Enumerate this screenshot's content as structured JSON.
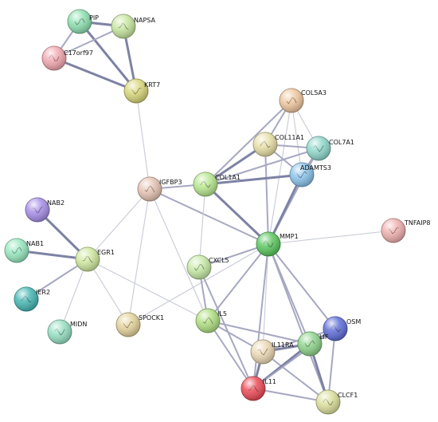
{
  "nodes": [
    {
      "id": "PIP",
      "color": "#8fe0b0"
    },
    {
      "id": "NAPSA",
      "color": "#c7e6a0"
    },
    {
      "id": "C17orf97",
      "color": "#f2a8b0"
    },
    {
      "id": "KRT7",
      "color": "#d8d67a"
    },
    {
      "id": "COL5A3",
      "color": "#f0c8a0"
    },
    {
      "id": "COL11A1",
      "color": "#e8e0a8"
    },
    {
      "id": "COL7A1",
      "color": "#90d8cc"
    },
    {
      "id": "ADAMTS3",
      "color": "#8cc4ec"
    },
    {
      "id": "IGFBP3",
      "color": "#e6c4b4"
    },
    {
      "id": "COL1A1",
      "color": "#b8e890"
    },
    {
      "id": "NAB2",
      "color": "#a890e8"
    },
    {
      "id": "NAB1",
      "color": "#98e8c0"
    },
    {
      "id": "EGR1",
      "color": "#d0e8a0"
    },
    {
      "id": "MMP1",
      "color": "#5cc860"
    },
    {
      "id": "TNFAIP8",
      "color": "#f0b0b0"
    },
    {
      "id": "CXCL5",
      "color": "#c8eaa8"
    },
    {
      "id": "IER2",
      "color": "#48b8b4"
    },
    {
      "id": "MIDN",
      "color": "#98e0c4"
    },
    {
      "id": "SPOCK1",
      "color": "#e4d49c"
    },
    {
      "id": "IL5",
      "color": "#b0e084"
    },
    {
      "id": "OSM",
      "color": "#6070d8"
    },
    {
      "id": "IL11RA",
      "color": "#ecd8b4"
    },
    {
      "id": "LIF",
      "color": "#90d48c"
    },
    {
      "id": "IL11",
      "color": "#ec4c58"
    },
    {
      "id": "CLCF1",
      "color": "#dce09c"
    }
  ],
  "edges": [
    {
      "source": "PIP",
      "target": "NAPSA",
      "weight": 3
    },
    {
      "source": "PIP",
      "target": "C17orf97",
      "weight": 2
    },
    {
      "source": "PIP",
      "target": "KRT7",
      "weight": 3
    },
    {
      "source": "NAPSA",
      "target": "C17orf97",
      "weight": 2
    },
    {
      "source": "NAPSA",
      "target": "KRT7",
      "weight": 3
    },
    {
      "source": "C17orf97",
      "target": "KRT7",
      "weight": 3
    },
    {
      "source": "KRT7",
      "target": "IGFBP3",
      "weight": 1
    },
    {
      "source": "COL5A3",
      "target": "COL11A1",
      "weight": 2
    },
    {
      "source": "COL5A3",
      "target": "COL7A1",
      "weight": 1
    },
    {
      "source": "COL5A3",
      "target": "ADAMTS3",
      "weight": 1
    },
    {
      "source": "COL5A3",
      "target": "COL1A1",
      "weight": 2
    },
    {
      "source": "COL5A3",
      "target": "MMP1",
      "weight": 1
    },
    {
      "source": "COL11A1",
      "target": "COL7A1",
      "weight": 2
    },
    {
      "source": "COL11A1",
      "target": "ADAMTS3",
      "weight": 2
    },
    {
      "source": "COL11A1",
      "target": "COL1A1",
      "weight": 3
    },
    {
      "source": "COL11A1",
      "target": "MMP1",
      "weight": 2
    },
    {
      "source": "COL7A1",
      "target": "ADAMTS3",
      "weight": 2
    },
    {
      "source": "COL7A1",
      "target": "COL1A1",
      "weight": 2
    },
    {
      "source": "COL7A1",
      "target": "MMP1",
      "weight": 2
    },
    {
      "source": "ADAMTS3",
      "target": "COL1A1",
      "weight": 3
    },
    {
      "source": "ADAMTS3",
      "target": "MMP1",
      "weight": 3
    },
    {
      "source": "IGFBP3",
      "target": "COL1A1",
      "weight": 2
    },
    {
      "source": "IGFBP3",
      "target": "MMP1",
      "weight": 2
    },
    {
      "source": "IGFBP3",
      "target": "EGR1",
      "weight": 1
    },
    {
      "source": "IGFBP3",
      "target": "SPOCK1",
      "weight": 1
    },
    {
      "source": "IGFBP3",
      "target": "IL5",
      "weight": 1
    },
    {
      "source": "COL1A1",
      "target": "MMP1",
      "weight": 3
    },
    {
      "source": "COL1A1",
      "target": "CXCL5",
      "weight": 1
    },
    {
      "source": "NAB2",
      "target": "EGR1",
      "weight": 3
    },
    {
      "source": "NAB1",
      "target": "EGR1",
      "weight": 3
    },
    {
      "source": "EGR1",
      "target": "IER2",
      "weight": 2
    },
    {
      "source": "EGR1",
      "target": "MIDN",
      "weight": 1
    },
    {
      "source": "EGR1",
      "target": "SPOCK1",
      "weight": 1
    },
    {
      "source": "EGR1",
      "target": "IL5",
      "weight": 1
    },
    {
      "source": "MMP1",
      "target": "TNFAIP8",
      "weight": 1
    },
    {
      "source": "MMP1",
      "target": "CXCL5",
      "weight": 2
    },
    {
      "source": "MMP1",
      "target": "IL5",
      "weight": 2
    },
    {
      "source": "MMP1",
      "target": "SPOCK1",
      "weight": 1
    },
    {
      "source": "MMP1",
      "target": "IL11RA",
      "weight": 1
    },
    {
      "source": "MMP1",
      "target": "IL11",
      "weight": 2
    },
    {
      "source": "MMP1",
      "target": "LIF",
      "weight": 2
    },
    {
      "source": "MMP1",
      "target": "OSM",
      "weight": 2
    },
    {
      "source": "MMP1",
      "target": "CLCF1",
      "weight": 2
    },
    {
      "source": "CXCL5",
      "target": "IL5",
      "weight": 2
    },
    {
      "source": "CXCL5",
      "target": "IL11",
      "weight": 2
    },
    {
      "source": "IL5",
      "target": "IL11RA",
      "weight": 2
    },
    {
      "source": "IL5",
      "target": "IL11",
      "weight": 2
    },
    {
      "source": "IL5",
      "target": "LIF",
      "weight": 2
    },
    {
      "source": "IL11RA",
      "target": "LIF",
      "weight": 3
    },
    {
      "source": "IL11RA",
      "target": "IL11",
      "weight": 3
    },
    {
      "source": "IL11RA",
      "target": "OSM",
      "weight": 2
    },
    {
      "source": "IL11RA",
      "target": "CLCF1",
      "weight": 2
    },
    {
      "source": "LIF",
      "target": "OSM",
      "weight": 3
    },
    {
      "source": "LIF",
      "target": "IL11",
      "weight": 3
    },
    {
      "source": "LIF",
      "target": "CLCF1",
      "weight": 3
    },
    {
      "source": "OSM",
      "target": "CLCF1",
      "weight": 2
    },
    {
      "source": "OSM",
      "target": "IL11",
      "weight": 2
    },
    {
      "source": "IL11",
      "target": "CLCF1",
      "weight": 2
    }
  ]
}
